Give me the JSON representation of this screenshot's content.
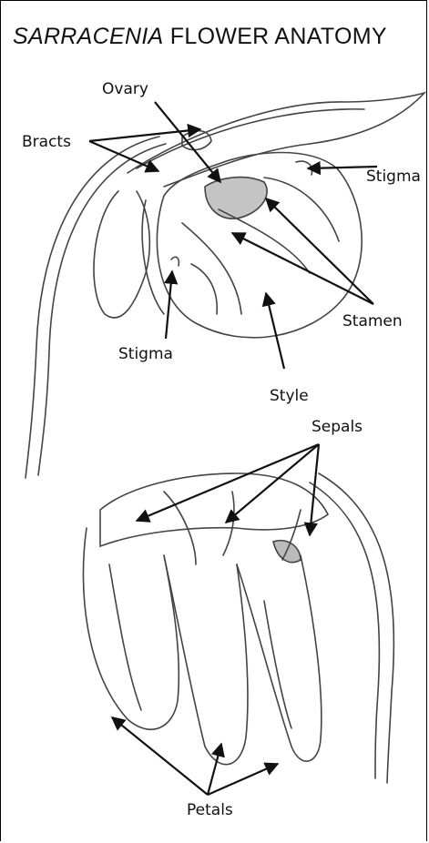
{
  "title": {
    "italic_part": "SARRACENIA",
    "rest": " FLOWER ANATOMY"
  },
  "labels": {
    "ovary": "Ovary",
    "bracts": "Bracts",
    "stigma_top": "Stigma",
    "stamen": "Stamen",
    "stigma_bottom": "Stigma",
    "style": "Style",
    "sepals": "Sepals",
    "petals": "Petals"
  },
  "colors": {
    "ink": "#111111",
    "sketch": "#444444",
    "background": "#ffffff"
  }
}
